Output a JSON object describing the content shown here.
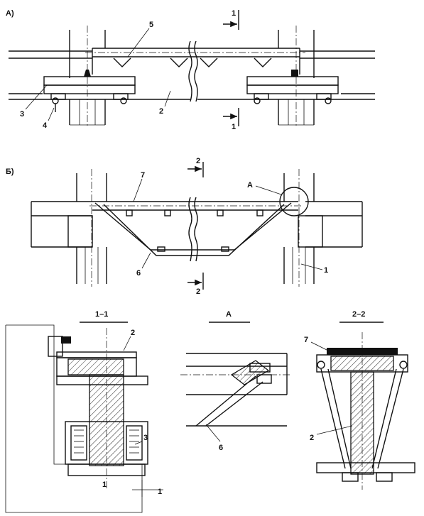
{
  "labels": {
    "view_a": "А)",
    "view_b": "Б)",
    "sec_1_1": "1–1",
    "sec_a": "А",
    "sec_2_2": "2–2",
    "detail_a": "А",
    "n1": "1",
    "n2": "2",
    "n3": "3",
    "n4": "4",
    "n5": "5",
    "n6": "6",
    "n7": "7"
  },
  "colors": {
    "ink": "#111111",
    "paper": "#ffffff"
  }
}
